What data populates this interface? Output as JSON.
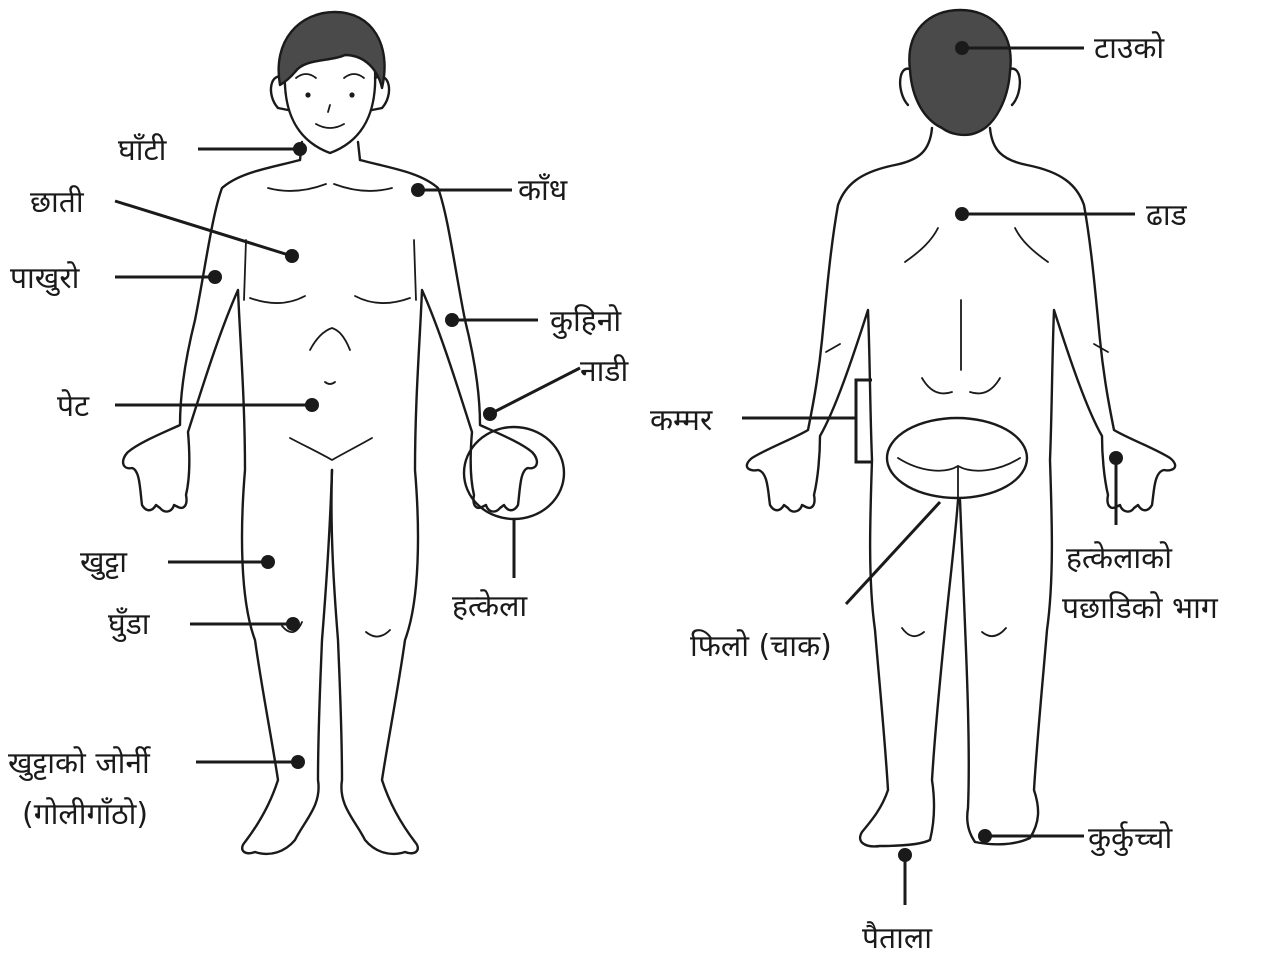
{
  "labels": {
    "neck": "घाँटी",
    "chest": "छाती",
    "upper_arm": "पाखुरो",
    "belly": "पेट",
    "shoulder": "काँध",
    "elbow": "कुहिनो",
    "wrist": "नाडी",
    "palm": "हत्केला",
    "leg": "खुट्टा",
    "knee": "घुँडा",
    "ankle_line1": "खुट्टाको जोर्नी",
    "ankle_line2": "(गोलीगाँठो)",
    "head": "टाउको",
    "back": "ढाड",
    "waist": "कम्मर",
    "back_of_hand_line1": "हत्केलाको",
    "back_of_hand_line2": "पछाडिको भाग",
    "buttocks": "फिलो (चाक)",
    "heel": "कुर्कुच्चो",
    "sole": "पैताला"
  }
}
